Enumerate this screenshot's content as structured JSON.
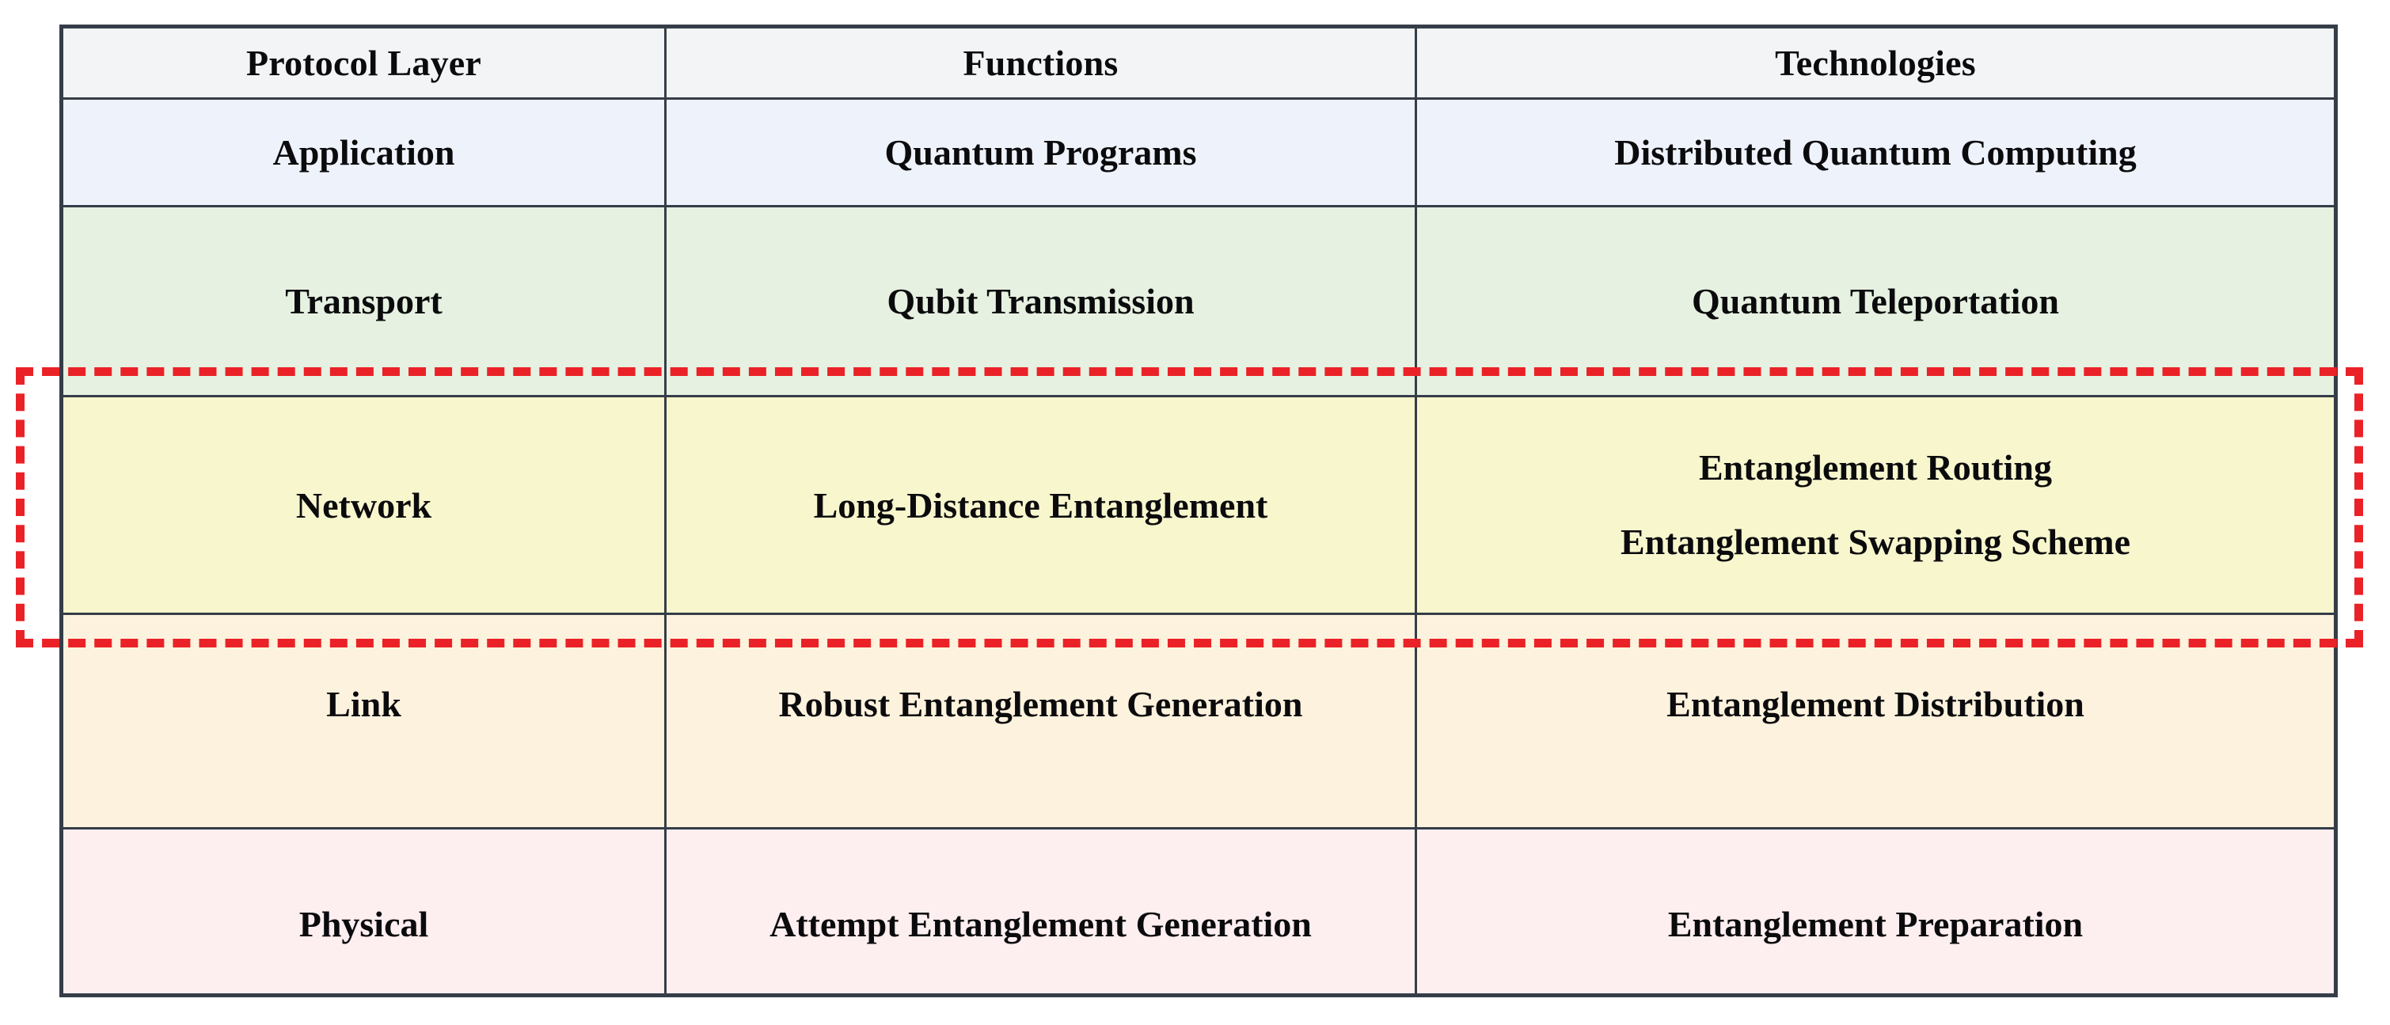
{
  "figure": {
    "kind": "protocol-stack-table",
    "highlight": {
      "name": "network-layer-highlight",
      "style": "red-dashed-rectangle",
      "color": "#ea2227",
      "targets_row": "Network"
    },
    "colors": {
      "border": "#353d48",
      "header_bg": "#f3f4f5",
      "application_bg": "#eef2fb",
      "transport_bg": "#e6f1e1",
      "network_bg": "#f7f6cd",
      "link_bg": "#fdf2dd",
      "physical_bg": "#fdeef0",
      "text": "#0b0b0d",
      "highlight": "#ea2227"
    }
  },
  "table": {
    "columns": [
      {
        "key": "protocol_layer",
        "label": "Protocol Layer"
      },
      {
        "key": "functions",
        "label": "Functions"
      },
      {
        "key": "technologies",
        "label": "Technologies"
      }
    ],
    "rows": [
      {
        "id": "application",
        "protocol_layer": "Application",
        "functions": "Quantum Programs",
        "technologies": [
          "Distributed Quantum Computing"
        ],
        "highlighted": false
      },
      {
        "id": "transport",
        "protocol_layer": "Transport",
        "functions": "Qubit Transmission",
        "technologies": [
          "Quantum Teleportation"
        ],
        "highlighted": false
      },
      {
        "id": "network",
        "protocol_layer": "Network",
        "functions": "Long-Distance Entanglement",
        "technologies": [
          "Entanglement Routing",
          "Entanglement Swapping Scheme"
        ],
        "highlighted": true
      },
      {
        "id": "link",
        "protocol_layer": "Link",
        "functions": "Robust Entanglement Generation",
        "technologies": [
          "Entanglement Distribution"
        ],
        "highlighted": false
      },
      {
        "id": "physical",
        "protocol_layer": "Physical",
        "functions": "Attempt Entanglement Generation",
        "technologies": [
          "Entanglement Preparation"
        ],
        "highlighted": false
      }
    ]
  }
}
